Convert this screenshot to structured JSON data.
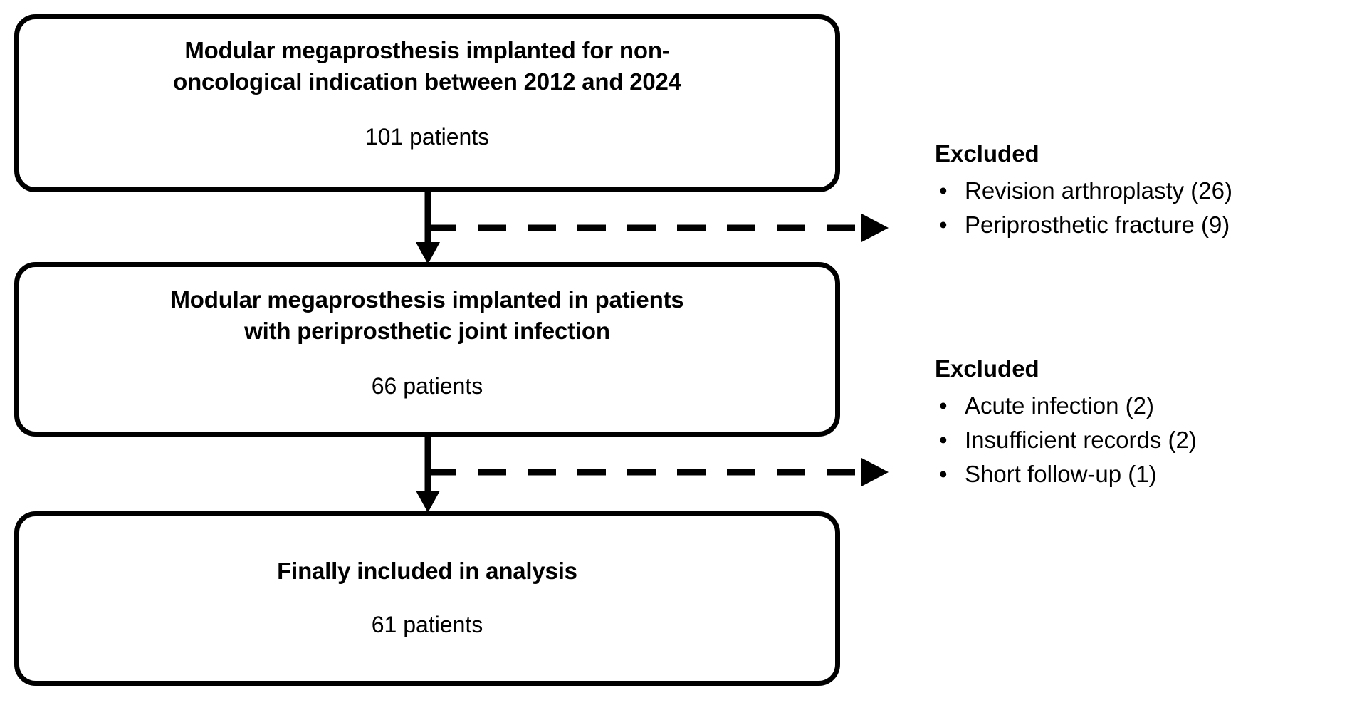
{
  "diagram": {
    "type": "patient-flow-diagram",
    "ink_color": "#000000",
    "background_color": "#ffffff",
    "boxes": [
      {
        "id": "enrolled",
        "title": "Modular megaprosthesis implanted for non-\noncological indication between 2012 and 2024",
        "count": "101 patients"
      },
      {
        "id": "pji",
        "title": "Modular megaprosthesis implanted in patients\nwith periprosthetic joint infection",
        "count": "66 patients"
      },
      {
        "id": "included",
        "title": "Finally included in analysis",
        "count": "61 patients"
      }
    ],
    "excluded_blocks": [
      {
        "heading": "Excluded",
        "items": [
          "Revision arthroplasty (26)",
          "Periprosthetic fracture (9)"
        ],
        "bullet": "•"
      },
      {
        "heading": "Excluded",
        "items": [
          "Acute infection (2)",
          "Insufficient records (2)",
          "Short follow-up (1)"
        ],
        "bullet": "•"
      }
    ]
  }
}
